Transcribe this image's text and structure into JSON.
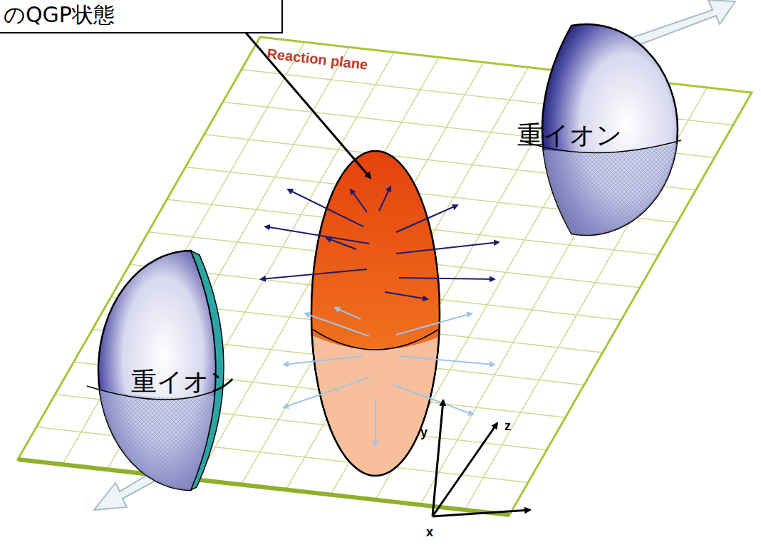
{
  "diagram": {
    "nodes": [
      {
        "text": [
          "のQGP状態"
        ]
      },
      {
        "text": [
          "重イオン"
        ]
      },
      {
        "text": [
          "重イオン"
        ]
      }
    ],
    "labels": [
      "Reaction plane",
      "y",
      "z",
      "x"
    ]
  }
}
